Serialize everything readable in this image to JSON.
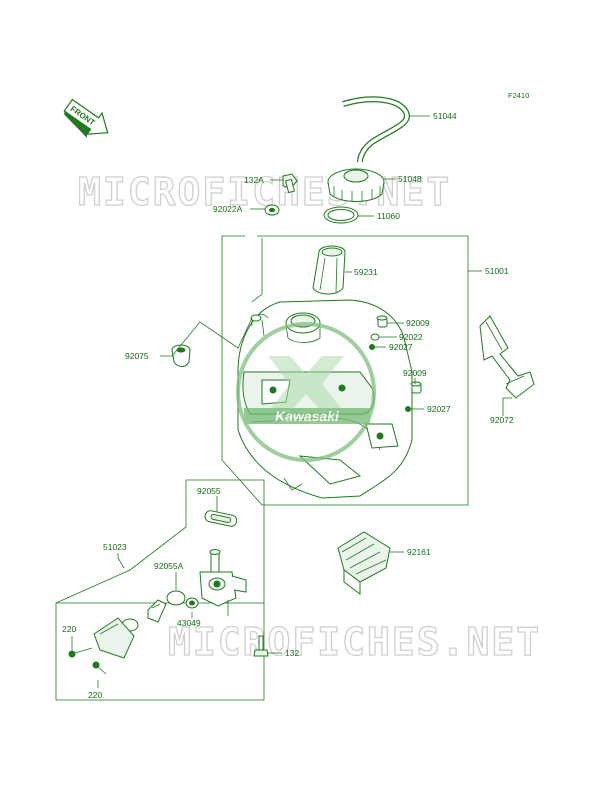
{
  "diagram_code": "F2410",
  "front_arrow_label": "FRONT",
  "watermark_text": "MICROFICHES.NET",
  "logo_text": "Kawasaki",
  "colors": {
    "line": "#1f7a1f",
    "label": "#1a6b1a",
    "watermark": "#cfcfcf"
  },
  "parts": [
    {
      "id": "p51044",
      "number": "51044"
    },
    {
      "id": "p51048",
      "number": "51048"
    },
    {
      "id": "p132A",
      "number": "132A"
    },
    {
      "id": "p92022A",
      "number": "92022A"
    },
    {
      "id": "p11060",
      "number": "11060"
    },
    {
      "id": "p51001",
      "number": "51001"
    },
    {
      "id": "p59231",
      "number": "59231"
    },
    {
      "id": "p92009a",
      "number": "92009"
    },
    {
      "id": "p92022",
      "number": "92022"
    },
    {
      "id": "p92027a",
      "number": "92027"
    },
    {
      "id": "p92075",
      "number": "92075"
    },
    {
      "id": "p92009b",
      "number": "92009"
    },
    {
      "id": "p92027b",
      "number": "92027"
    },
    {
      "id": "p92072",
      "number": "92072"
    },
    {
      "id": "p92055",
      "number": "92055"
    },
    {
      "id": "p51023",
      "number": "51023"
    },
    {
      "id": "p92055A",
      "number": "92055A"
    },
    {
      "id": "p92161",
      "number": "92161"
    },
    {
      "id": "p43049",
      "number": "43049"
    },
    {
      "id": "p220a",
      "number": "220"
    },
    {
      "id": "p132",
      "number": "132"
    },
    {
      "id": "p220b",
      "number": "220"
    }
  ]
}
